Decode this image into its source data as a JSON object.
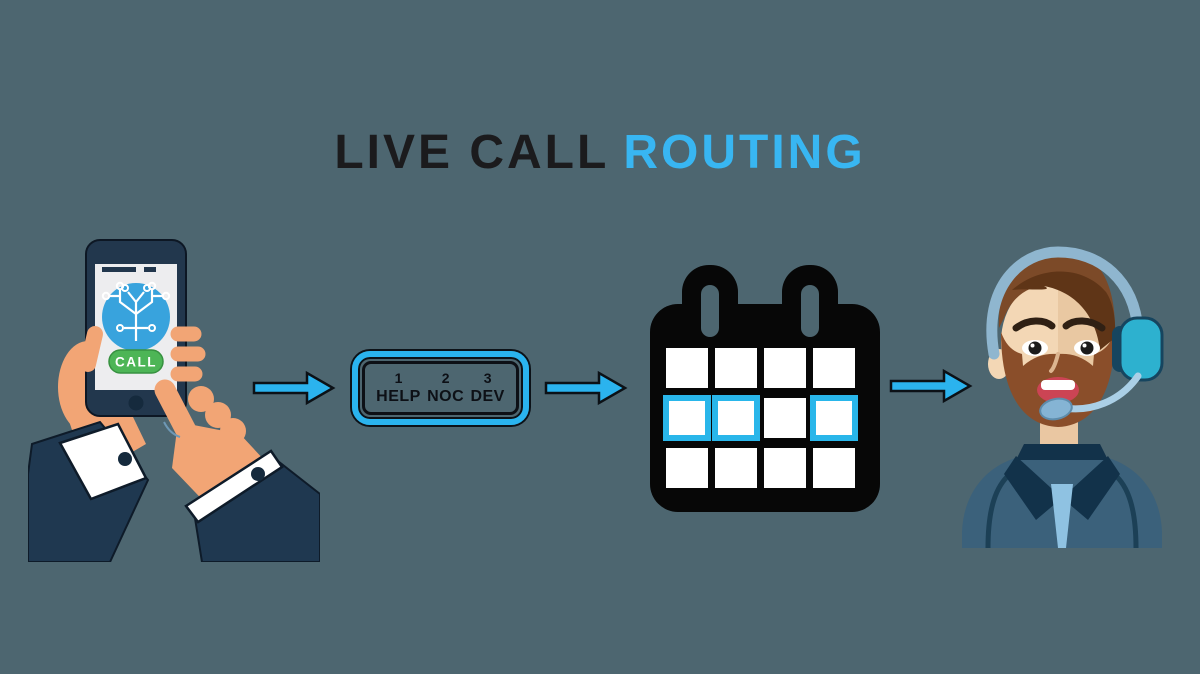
{
  "background_color": "#4d6670",
  "title": {
    "black_text": "LIVE CALL",
    "blue_text": "ROUTING",
    "black_color": "#1b1b1d",
    "blue_color": "#38b6f2"
  },
  "accent_cyan": "#2bb3ee",
  "flow": {
    "step1": {
      "name": "caller-pressing-call-on-phone",
      "call_button_label": "CALL"
    },
    "step2": {
      "name": "dial-pad-menu",
      "options": [
        {
          "digit": "1",
          "label": "HELP"
        },
        {
          "digit": "2",
          "label": "NOC"
        },
        {
          "digit": "3",
          "label": "DEV"
        }
      ]
    },
    "step3": {
      "name": "on-call-schedule-calendar",
      "calendar": {
        "rows": 3,
        "cols": 4,
        "highlight_color": "#29b6ea",
        "highlighted_cells": [
          [
            1,
            0
          ],
          [
            1,
            1
          ],
          [
            1,
            3
          ]
        ]
      }
    },
    "step4": {
      "name": "support-agent-with-headset"
    }
  }
}
